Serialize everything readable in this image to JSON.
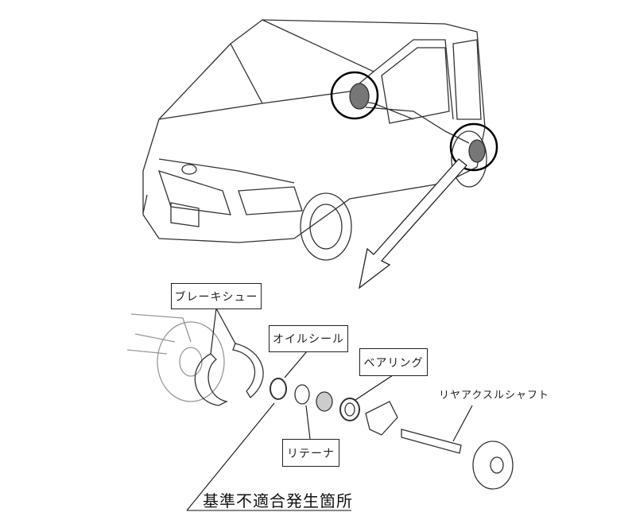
{
  "labels": {
    "brake_shoe": "ブレーキシュー",
    "oil_seal": "オイルシール",
    "bearing": "ベアリング",
    "retainer": "リテーナ",
    "rear_axle_shaft": "リヤアクスルシャフト",
    "defect_location": "基準不適合発生箇所"
  }
}
